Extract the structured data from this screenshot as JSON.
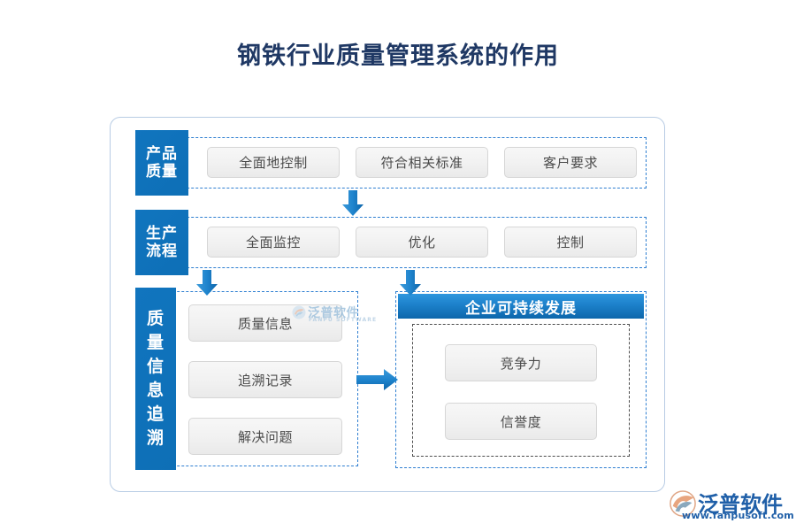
{
  "page": {
    "title": "钢铁行业质量管理系统的作用",
    "title_color": "#1f3864",
    "background_color": "#ffffff",
    "accent_color": "#0e72bb",
    "dashed_border_color": "#2f7fd1",
    "item_fill_color": "#f1f1f1"
  },
  "diagram": {
    "type": "flow-diagram",
    "rows": [
      {
        "label": "产品\n质量",
        "label_lines": [
          "产品",
          "质量"
        ],
        "items": [
          "全面地控制",
          "符合相关标准",
          "客户要求"
        ]
      },
      {
        "label": "生产\n流程",
        "label_lines": [
          "生产",
          "流程"
        ],
        "items": [
          "全面监控",
          "优化",
          "控制"
        ]
      }
    ],
    "left_panel": {
      "label": "质量信息追溯",
      "label_chars": [
        "质",
        "量",
        "信",
        "息",
        "追",
        "溯"
      ],
      "items": [
        "质量信息",
        "追溯记录",
        "解决问题"
      ]
    },
    "right_panel": {
      "header": "企业可持续发展",
      "items": [
        "竞争力",
        "信誉度"
      ]
    },
    "arrows": [
      {
        "name": "arrow-row1-to-row2",
        "direction": "down"
      },
      {
        "name": "arrow-row2-to-left-panel",
        "direction": "down"
      },
      {
        "name": "arrow-row2-to-right-panel",
        "direction": "down"
      },
      {
        "name": "arrow-left-to-right-panel",
        "direction": "right"
      }
    ]
  },
  "watermark": {
    "cn": "泛普软件",
    "en": "FANPU SOFTWARE"
  },
  "brand_logo": {
    "cn": "泛普软件",
    "url": "www.fanpusoft.com"
  }
}
